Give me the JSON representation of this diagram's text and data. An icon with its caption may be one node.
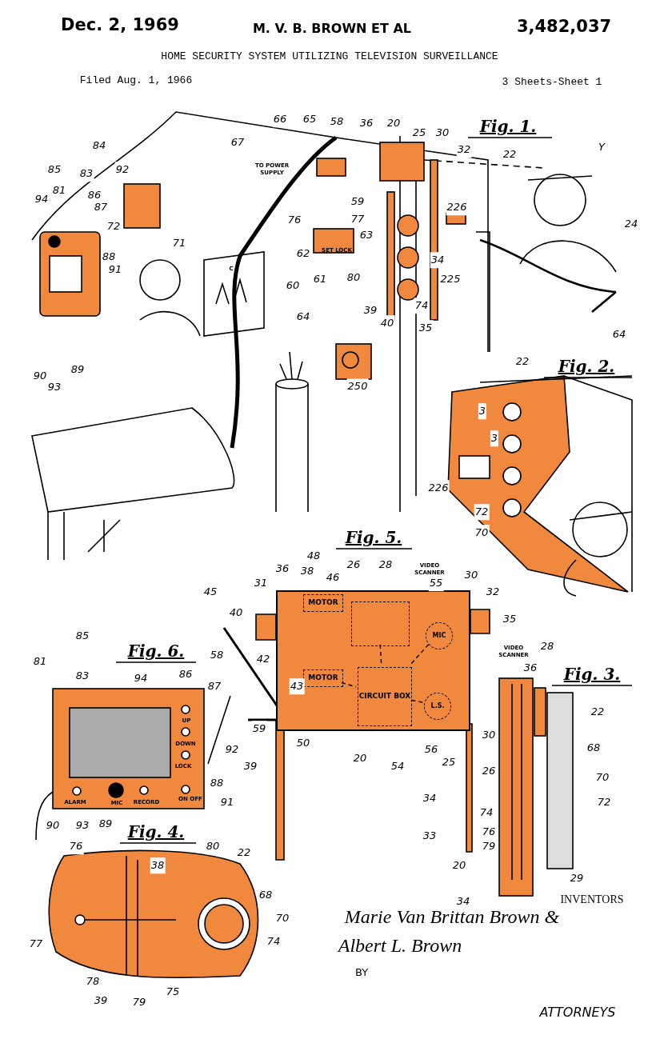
{
  "diagram": {
    "title": "HOME SECURITY SYSTEM UTILIZING TELEVISION SURVEILLANCE",
    "nodes": [
      {
        "text": [],
        "shape": "box"
      },
      {
        "text": [
          "MOTOR"
        ],
        "in": 0
      },
      {
        "text": [
          "MOTOR"
        ],
        "in": 0
      },
      {
        "text": [],
        "shape": "box",
        "in": 0
      },
      {
        "text": [
          "MIC"
        ],
        "in": 0
      },
      {
        "text": [
          "CIRCUIT BOX"
        ],
        "in": 0
      },
      {
        "text": [
          "L.S."
        ],
        "in": 0
      }
    ],
    "edges": [
      {
        "from": 3,
        "to": 5,
        "arrow": "none",
        "style": "dashed"
      },
      {
        "from": 4,
        "to": 5,
        "arrow": "none",
        "style": "dashed"
      },
      {
        "from": 6,
        "to": 5,
        "arrow": "none",
        "style": "dashed"
      },
      {
        "from": 2,
        "to": 5,
        "arrow": "none",
        "style": "dashed"
      }
    ],
    "labels": [
      "Dec. 2, 1969",
      "M. V. B. BROWN ET AL",
      "3,482,037",
      "Filed Aug. 1, 1966",
      "3 Sheets-Sheet 1",
      "Fig. 1.",
      "84",
      "85",
      "83",
      "92",
      "94",
      "81",
      "86",
      "87",
      "72",
      "88",
      "91",
      "90",
      "93",
      "89",
      "71",
      "66",
      "65",
      "58",
      "36",
      "20",
      "25",
      "30",
      "32",
      "22",
      "Y",
      "67",
      "TO POWER SUPPLY",
      "59",
      "76",
      "77",
      "63",
      "62",
      "SET LOCK",
      "60",
      "61",
      "80",
      "39",
      "40",
      "74",
      "35",
      "34",
      "226",
      "225",
      "24",
      "64",
      "C",
      "250",
      "Fig. 2.",
      "64",
      "22",
      "3",
      "3",
      "226",
      "72",
      "70",
      "Fig. 5.",
      "48",
      "26",
      "28",
      "VIDEO SCANNER",
      "55",
      "30",
      "32",
      "36",
      "38",
      "46",
      "31",
      "45",
      "40",
      "35",
      "58",
      "42",
      "43",
      "59",
      "50",
      "20",
      "54",
      "56",
      "25",
      "39",
      "34",
      "33",
      "Fig. 6.",
      "85",
      "81",
      "83",
      "94",
      "86",
      "87",
      "92",
      "88",
      "91",
      "90",
      "93",
      "89",
      "UP",
      "DOWN",
      "LOCK",
      "ALARM",
      "MIC",
      "RECORD",
      "ON OFF",
      "Fig. 4.",
      "76",
      "38",
      "80",
      "22",
      "68",
      "70",
      "77",
      "74",
      "78",
      "39",
      "79",
      "75",
      "VIDEO SCANNER",
      "28",
      "36",
      "Fig. 3.",
      "22",
      "30",
      "68",
      "26",
      "70",
      "72",
      "74",
      "76",
      "79",
      "20",
      "29",
      "34",
      "INVENTORS",
      "Marie Van Brittan Brown &",
      "Albert L. Brown",
      "BY",
      "ATTORNEYS"
    ]
  }
}
